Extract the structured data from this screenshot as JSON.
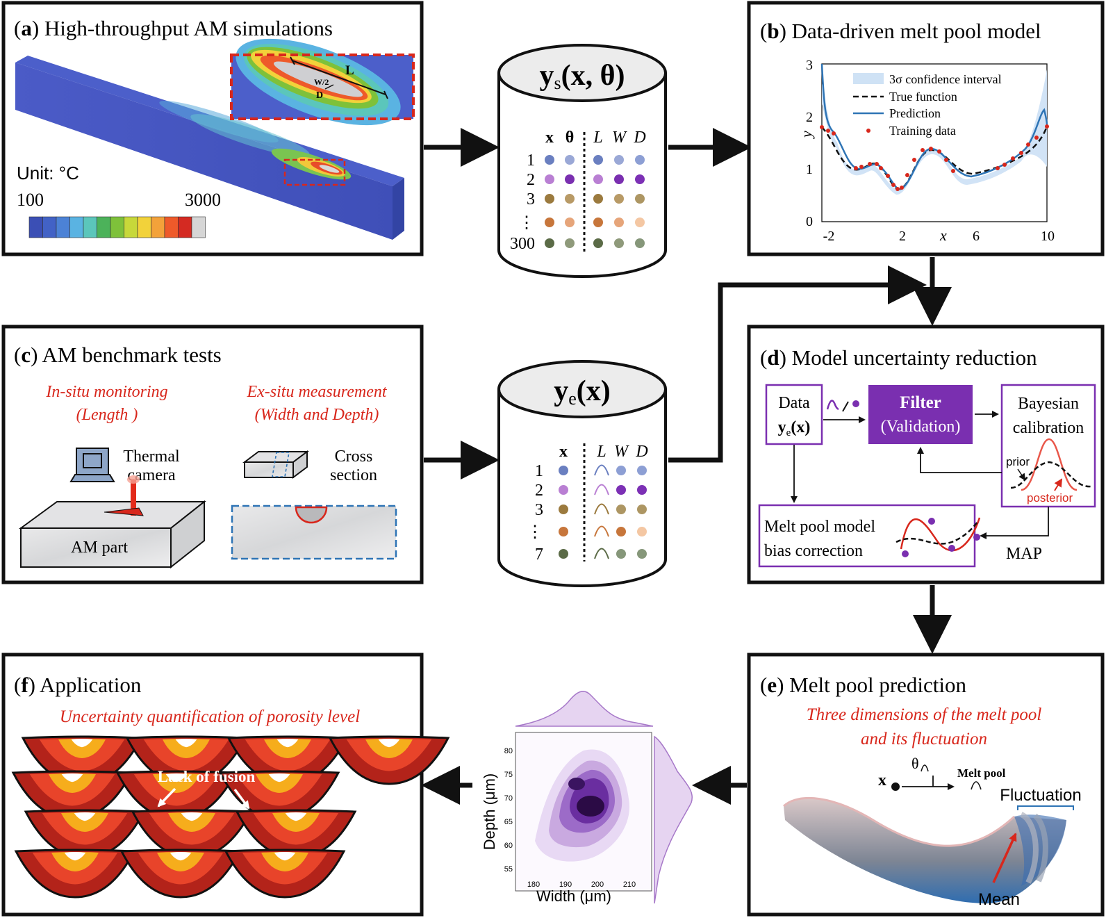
{
  "panel_a": {
    "label_letter": "a",
    "title": "High-throughput AM simulations",
    "inset": {
      "L": "L",
      "W2": "W/2",
      "D": "D"
    },
    "colorbar": {
      "unit": "Unit: °C",
      "min": "100",
      "max": "3000",
      "colors": [
        "#3b4fb5",
        "#4262c6",
        "#4c82d6",
        "#5ab3e2",
        "#5bc6bb",
        "#4cb25a",
        "#7ec13a",
        "#c7d83a",
        "#f2d23a",
        "#f3a23a",
        "#ee5a2a",
        "#d42a22",
        "#d6d6d6"
      ]
    }
  },
  "db_sim": {
    "formula_main": "y",
    "formula_sub": "s",
    "formula_args": "(x, θ)",
    "col_x": "x",
    "col_theta": "θ",
    "col_L": "L",
    "col_W": "W",
    "col_D": "D",
    "rows": [
      "1",
      "2",
      "3",
      "⋮",
      "300"
    ],
    "row_colors": [
      "#6a7fc0",
      "#b97fd3",
      "#9b7a3e",
      "#c7763b",
      "#5b6b47"
    ],
    "row_colors_light": [
      "#9aa8d6",
      "#7a2fb0",
      "#b89a66",
      "#e6a57a",
      "#8f9a7b"
    ],
    "row_colors_D": [
      "#8d9fd4",
      "#7c30b5",
      "#ad9663",
      "#f4c7a3",
      "#86977a"
    ]
  },
  "panel_b": {
    "label_letter": "b",
    "title": "Data-driven melt pool model",
    "legend": [
      "3σ confidence interval",
      "True function",
      "Prediction",
      "Training data"
    ],
    "ylabel": "y",
    "xlabel": "x",
    "yticks": [
      "0",
      "1",
      "2",
      "3"
    ],
    "xticks": [
      "-2",
      "2",
      "6",
      "10"
    ]
  },
  "panel_c": {
    "label_letter": "c",
    "title": "AM benchmark tests",
    "insitu_line1": "In-situ monitoring",
    "insitu_line2": "(Length )",
    "exsitu_line1": "Ex-situ measurement",
    "exsitu_line2": "(Width  and Depth)",
    "thermal_line1": "Thermal",
    "thermal_line2": "camera",
    "cross_line1": "Cross",
    "cross_line2": "section",
    "am_part": "AM part"
  },
  "db_exp": {
    "formula_main": "y",
    "formula_sub": "e",
    "formula_args": "(x)",
    "col_x": "x",
    "col_L": "L",
    "col_W": "W",
    "col_D": "D",
    "rows": [
      "1",
      "2",
      "3",
      "⋮",
      "7"
    ],
    "row_colors": [
      "#6a7fc0",
      "#b97fd3",
      "#9b7a3e",
      "#c7763b",
      "#5b6b47"
    ],
    "row_colors_W": [
      "#8d9fd4",
      "#7c30b5",
      "#ad9663",
      "#c7763b",
      "#86977a"
    ],
    "row_colors_D": [
      "#8d9fd4",
      "#7c30b5",
      "#ad9663",
      "#f4c7a3",
      "#86977a"
    ]
  },
  "panel_d": {
    "label_letter": "d",
    "title": "Model uncertainty reduction",
    "data_label": "Data",
    "data_formula": "y",
    "data_sub": "e",
    "data_args": "(x)",
    "filter": "Filter",
    "validation": "(Validation)",
    "bayes_line1": "Bayesian",
    "bayes_line2": "calibration",
    "prior": "prior",
    "posterior": "posterior",
    "bias_line1": "Melt pool model",
    "bias_line2": "bias correction",
    "map": "MAP"
  },
  "panel_e": {
    "label_letter": "e",
    "title": "Melt pool prediction",
    "sub_line1": "Three dimensions of the melt pool",
    "sub_line2": "and its fluctuation",
    "x": "x",
    "theta": "θ",
    "melt_pool": "Melt pool",
    "fluctuation": "Fluctuation",
    "mean": "Mean"
  },
  "jointplot": {
    "xlabel": "Width (μm)",
    "ylabel": "Depth (μm)",
    "xticks": [
      "180",
      "190",
      "200",
      "210"
    ],
    "yticks": [
      "55",
      "60",
      "65",
      "70",
      "75",
      "80"
    ]
  },
  "panel_f": {
    "label_letter": "f",
    "title": "Application",
    "subtitle": "Uncertainty quantification of porosity level",
    "lack_of_fusion": "Lack of fusion"
  },
  "colors": {
    "purple": "#7a2fb0",
    "red": "#d8271c",
    "blue": "#2e74b5",
    "dark": "#111111"
  }
}
